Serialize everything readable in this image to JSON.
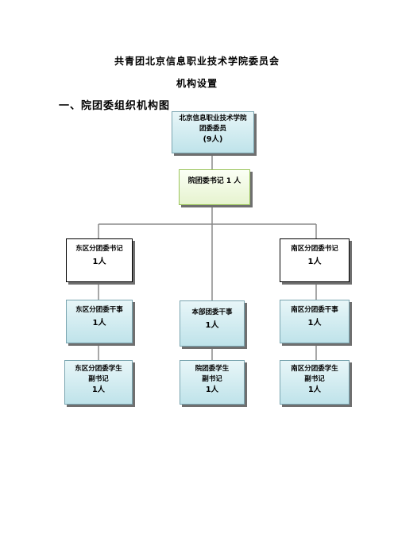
{
  "doc": {
    "title": "共青团北京信息职业技术学院委员会",
    "subtitle": "机构设置",
    "section_heading": "一、院团委组织机构图"
  },
  "org": {
    "top": {
      "line1": "北京信息职业技术学院",
      "line2": "团委委员",
      "line3": "(9人)"
    },
    "secretary": {
      "line1": "院团委书记 1 人"
    },
    "east_secretary": {
      "line1": "东区分团委书记",
      "line2": "1人"
    },
    "south_secretary": {
      "line1": "南区分团委书记",
      "line2": "1人"
    },
    "east_staff": {
      "line1": "东区分团委干事",
      "line2": "1人"
    },
    "main_staff": {
      "line1": "本部团委干事",
      "line2": "1人"
    },
    "south_staff": {
      "line1": "南区分团委干事",
      "line2": "1人"
    },
    "east_student": {
      "line1": "东区分团委学生",
      "line2": "副书记",
      "line3": "1人"
    },
    "college_student": {
      "line1": "院团委学生",
      "line2": "副书记",
      "line3": "1人"
    },
    "south_student": {
      "line1": "南区分团委学生",
      "line2": "副书记",
      "line3": "1人"
    }
  }
}
